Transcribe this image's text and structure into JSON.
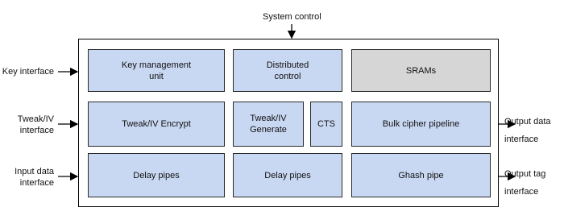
{
  "top_label": "System control",
  "inputs": {
    "key": "Key interface",
    "tweak": "Tweak/IV\ninterface",
    "input_data": "Input data\ninterface"
  },
  "outputs": {
    "output_data": "Output data\ninterface",
    "output_tag": "Output tag\ninterface"
  },
  "blocks": {
    "key_management": "Key management\nunit",
    "distributed_control": "Distributed\ncontrol",
    "srams": "SRAMs",
    "tweak_encrypt": "Tweak/IV Encrypt",
    "tweak_generate": "Tweak/IV\nGenerate",
    "cts": "CTS",
    "bulk_cipher": "Bulk cipher pipeline",
    "delay_pipes_1": "Delay pipes",
    "delay_pipes_2": "Delay pipes",
    "ghash_pipe": "Ghash pipe"
  },
  "colors": {
    "block_fill": "#c9d8f2",
    "sram_fill": "#d6d6d6",
    "border": "#2a2a2a"
  }
}
